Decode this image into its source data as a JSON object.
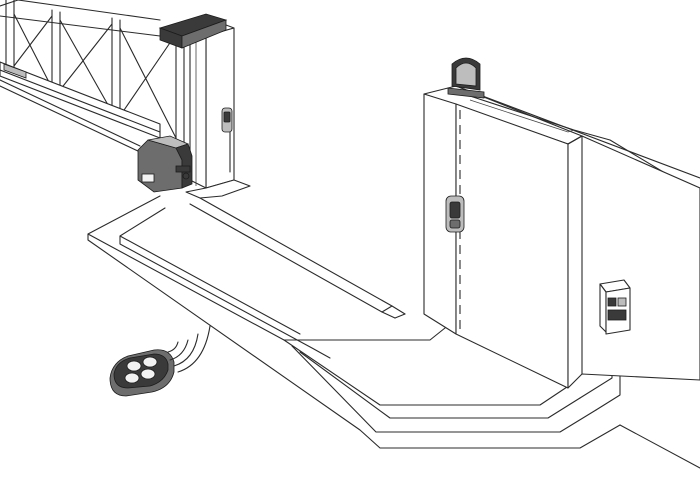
{
  "diagram": {
    "components": [
      {
        "id": "sliding-gate",
        "kind": "sliding gate with rack"
      },
      {
        "id": "gate-operator",
        "kind": "motor operator unit"
      },
      {
        "id": "flashing-light-left",
        "kind": "blinker on left post"
      },
      {
        "id": "photocell-left",
        "kind": "photocell on left post"
      },
      {
        "id": "flashing-light-right",
        "kind": "blinker on right pillar"
      },
      {
        "id": "photocell-right",
        "kind": "photocell on right pillar"
      },
      {
        "id": "key-selector",
        "kind": "wall-mounted control box"
      },
      {
        "id": "remote-control",
        "kind": "4-button transmitter"
      },
      {
        "id": "cable-trench",
        "kind": "underground cable routing"
      }
    ],
    "colors": {
      "line": "#2b2b2b",
      "device_dark": "#3a3a3a",
      "device_mid": "#6d6d6d",
      "device_light": "#bdbdbd",
      "background": "#ffffff"
    }
  }
}
